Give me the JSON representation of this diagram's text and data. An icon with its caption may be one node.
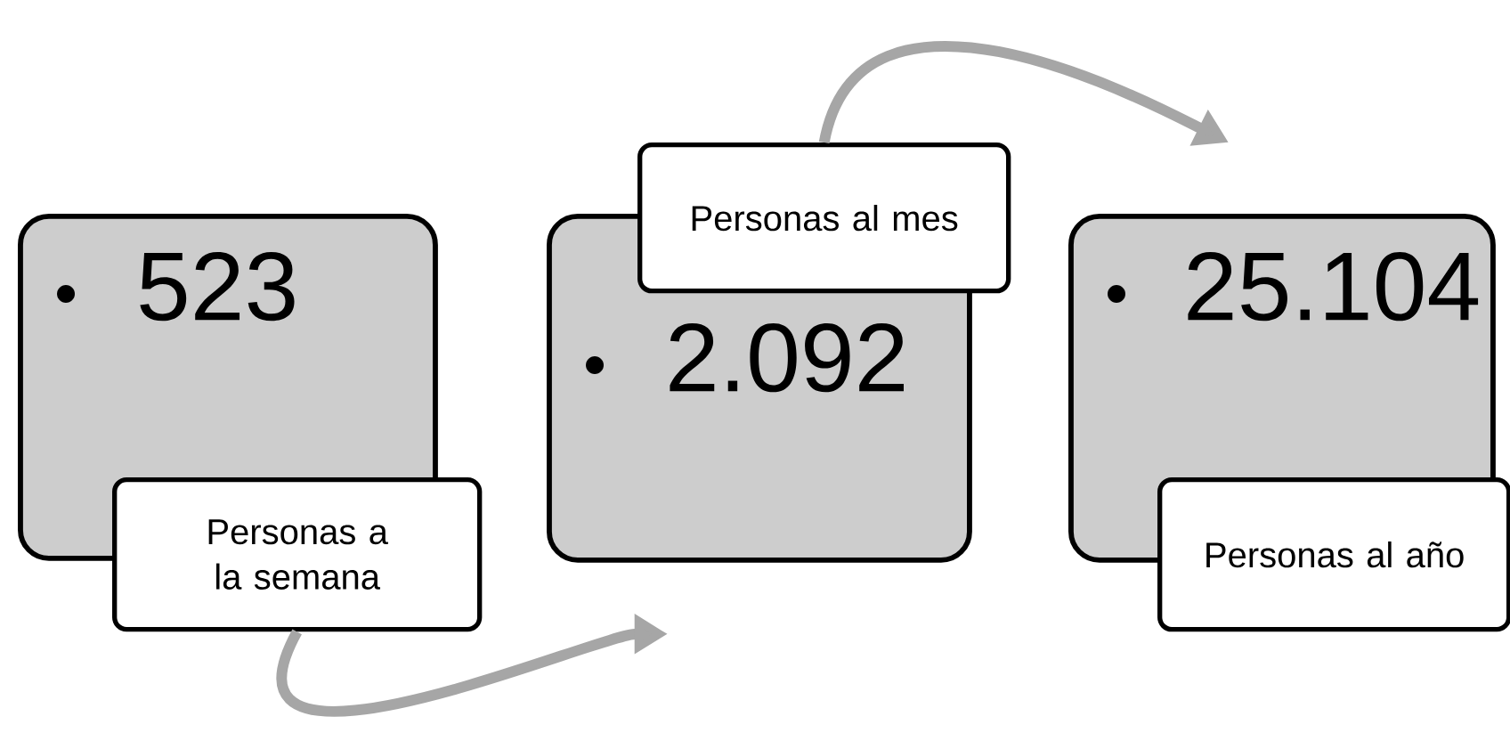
{
  "diagram": {
    "nodes": [
      {
        "text": [
          "523"
        ]
      },
      {
        "text": [
          "Personas a la semana"
        ]
      },
      {
        "text": [
          "2.092"
        ]
      },
      {
        "text": [
          "Personas al mes"
        ]
      },
      {
        "text": [
          "25.104"
        ]
      },
      {
        "text": [
          "Personas al año"
        ]
      }
    ],
    "edges": [
      {
        "from": 1,
        "to": 2,
        "arrow": "to"
      },
      {
        "from": 3,
        "to": 4,
        "arrow": "to"
      }
    ]
  }
}
